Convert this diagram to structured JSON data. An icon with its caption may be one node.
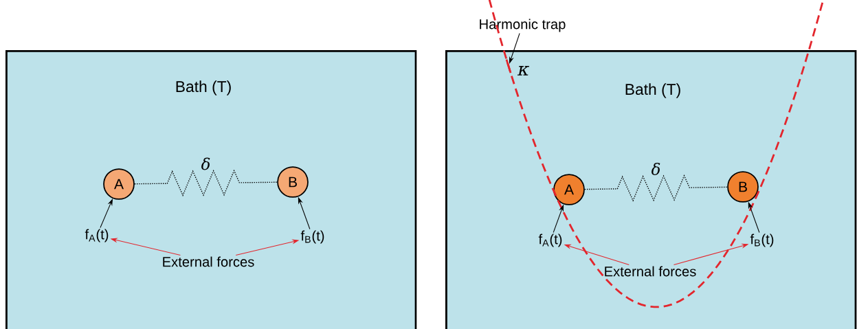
{
  "diagram": {
    "nodes": [
      {
        "text": [
          "Bath (T)"
        ]
      },
      {
        "text": [
          "A"
        ],
        "in": 0
      },
      {
        "text": [
          "B"
        ],
        "in": 0
      },
      {
        "text": [
          "f$_{A}$(t)"
        ],
        "in": 0
      },
      {
        "text": [
          "f$_{B}$(t)"
        ],
        "in": 0
      },
      {
        "text": [
          "External forces"
        ],
        "in": 0
      },
      {
        "text": [
          "Bath (T)"
        ]
      },
      {
        "text": [
          "A"
        ],
        "in": 6
      },
      {
        "text": [
          "B"
        ],
        "in": 6
      },
      {
        "text": [
          "f$_{A}$(t)"
        ],
        "in": 6
      },
      {
        "text": [
          "f$_{B}$(t)"
        ],
        "in": 6
      },
      {
        "text": [
          "External forces"
        ],
        "in": 6
      },
      {
        "text": [
          "Harmonic trap"
        ]
      },
      {
        "text": [],
        "shape": "curve",
        "in": 6
      }
    ],
    "edges": [
      {
        "from": 1,
        "to": 2,
        "arrow": "none",
        "style": "dashed",
        "label": "δ"
      },
      {
        "from": 3,
        "to": 1,
        "arrow": "to"
      },
      {
        "from": 4,
        "to": 2,
        "arrow": "to"
      },
      {
        "from": 5,
        "to": 3,
        "arrow": "to",
        "color": "#e3262d"
      },
      {
        "from": 5,
        "to": 4,
        "arrow": "to",
        "color": "#e3262d"
      },
      {
        "from": 7,
        "to": 8,
        "arrow": "none",
        "style": "dashed",
        "label": "δ"
      },
      {
        "from": 9,
        "to": 7,
        "arrow": "to"
      },
      {
        "from": 10,
        "to": 8,
        "arrow": "to"
      },
      {
        "from": 11,
        "to": 9,
        "arrow": "to",
        "color": "#e3262d"
      },
      {
        "from": 11,
        "to": 10,
        "arrow": "to",
        "color": "#e3262d"
      },
      {
        "from": 12,
        "to": 13,
        "arrow": "to"
      }
    ],
    "labels": [
      "κ"
    ]
  }
}
